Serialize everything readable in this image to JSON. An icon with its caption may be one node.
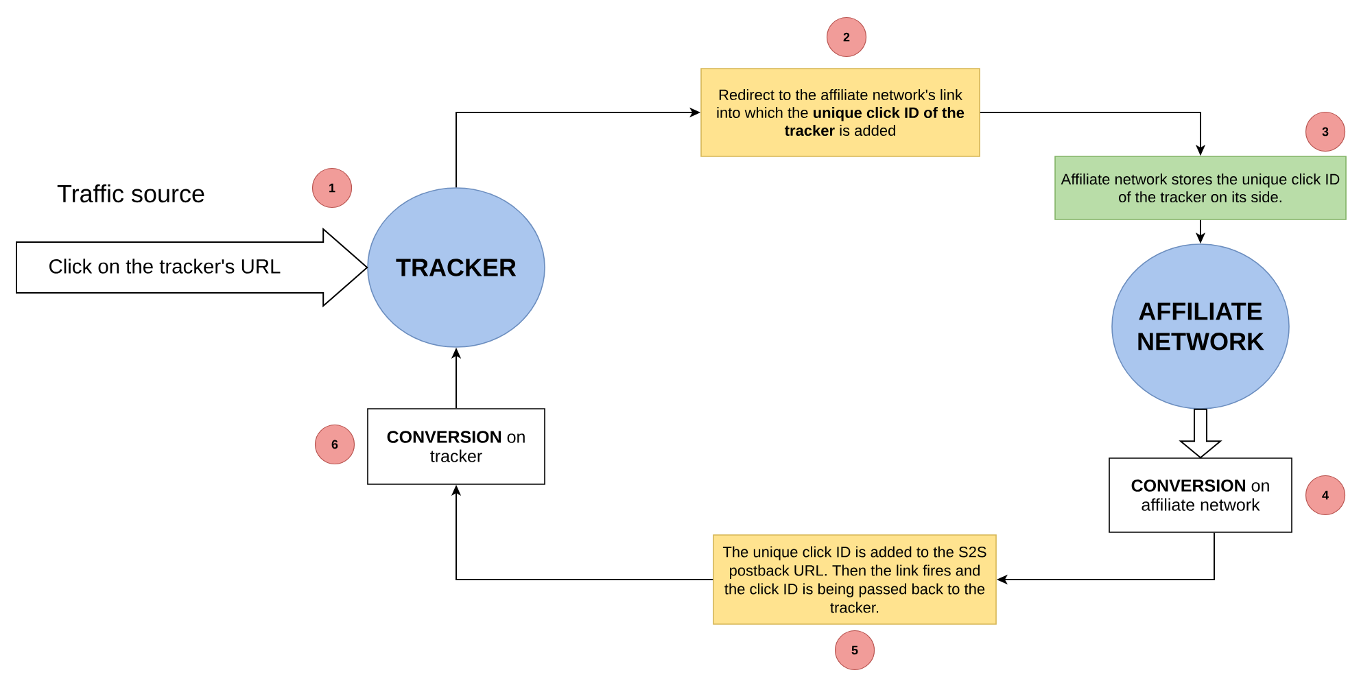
{
  "diagram": {
    "nodes": [
      {
        "text": [
          "TRACKER"
        ],
        "beside": [
          "1"
        ]
      },
      {
        "text": [
          "Redirect to the affiliate network's link into which the **unique click ID of the tracker** is added"
        ],
        "beside": [
          "2"
        ]
      },
      {
        "text": [
          "Affiliate network stores the unique click ID of the tracker on its side."
        ],
        "beside": [
          "3"
        ]
      },
      {
        "text": [
          "AFFILIATE NETWORK"
        ]
      },
      {
        "text": [
          "**CONVERSION** on affiliate network"
        ],
        "beside": [
          "4"
        ]
      },
      {
        "text": [
          "The unique click ID is added to the S2S postback URL. Then the link fires and the click ID is being passed back to the tracker."
        ],
        "beside": [
          "5"
        ]
      },
      {
        "text": [
          "**CONVERSION** on tracker"
        ],
        "beside": [
          "6"
        ]
      }
    ],
    "edges": [
      {
        "from": null,
        "to": 0,
        "arrow": "to",
        "label": "Click on the tracker's URL",
        "style": "thick"
      },
      {
        "from": 0,
        "to": 1,
        "arrow": "to"
      },
      {
        "from": 1,
        "to": 2,
        "arrow": "to"
      },
      {
        "from": 2,
        "to": 3,
        "arrow": "to"
      },
      {
        "from": 3,
        "to": 4,
        "arrow": "to",
        "style": "thick"
      },
      {
        "from": 4,
        "to": 5,
        "arrow": "to"
      },
      {
        "from": 5,
        "to": 6,
        "arrow": "to"
      },
      {
        "from": 6,
        "to": 0,
        "arrow": "to"
      }
    ],
    "labels": [
      "Traffic source"
    ]
  }
}
